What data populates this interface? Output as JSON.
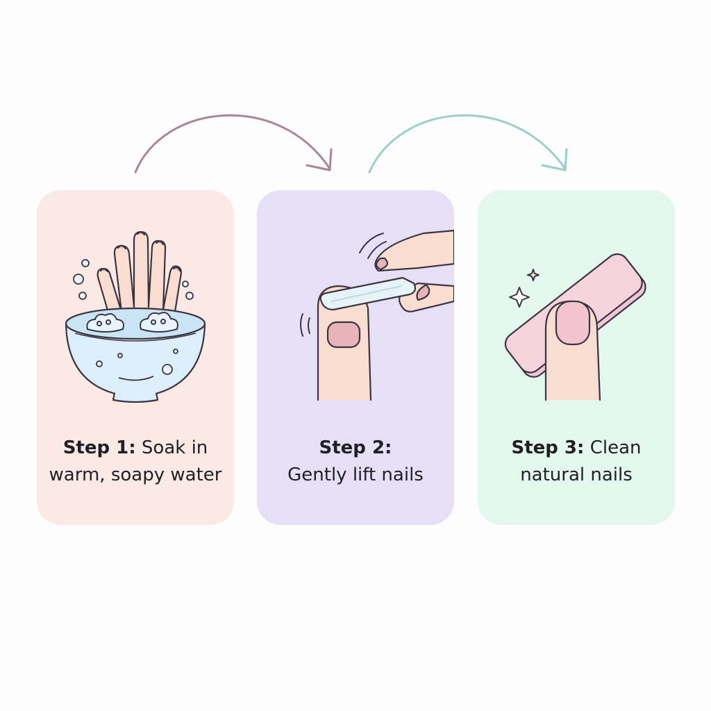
{
  "colors": {
    "card_1_bg": "#fbe9e6",
    "card_2_bg": "#e6e0f7",
    "card_3_bg": "#e3f7ef",
    "arrow_1": "#a8859a",
    "arrow_2": "#98cfc8"
  },
  "steps": [
    {
      "step": "Step 1:",
      "text_line1": "Soak in",
      "text_line2": "warm, soapy water",
      "icon": "hand-in-bowl-icon"
    },
    {
      "step": "Step 2:",
      "text_line1": "",
      "text_line2": "Gently lift nails",
      "icon": "lift-nail-icon"
    },
    {
      "step": "Step 3:",
      "text_line1": "Clean",
      "text_line2": "natural nails",
      "icon": "buffer-block-icon"
    }
  ]
}
